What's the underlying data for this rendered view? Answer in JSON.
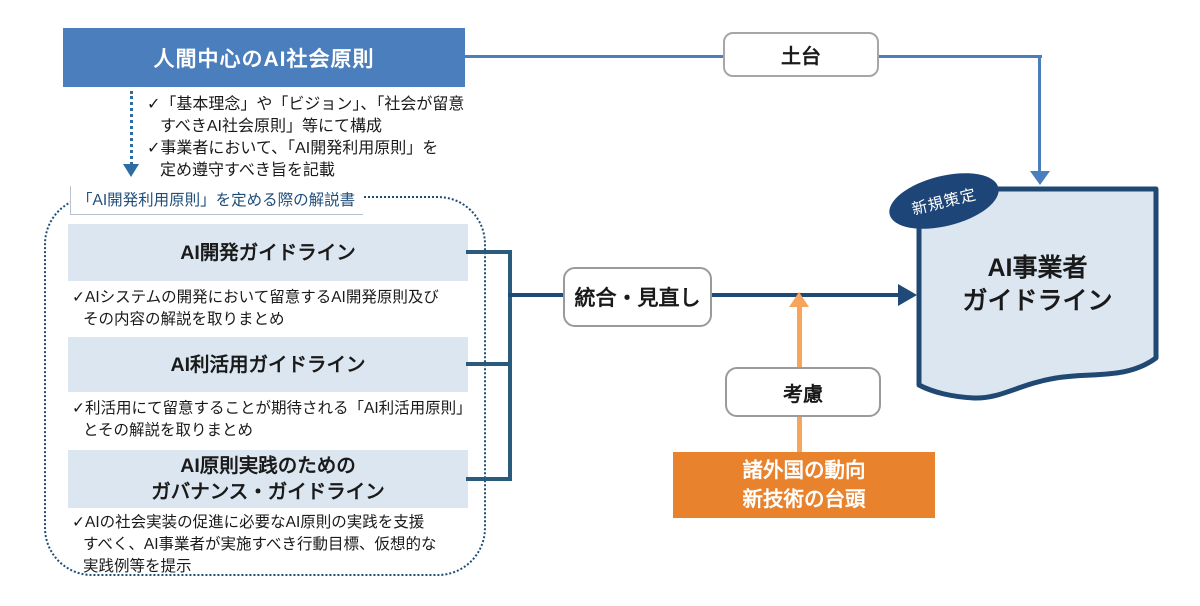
{
  "header": {
    "title": "人間中心のAI社会原則"
  },
  "foundation": {
    "label": "土台"
  },
  "header_notes": {
    "l1": "✓「基本理念」や「ビジョン」、「社会が留意",
    "l2": "すべきAI社会原則」等にて構成",
    "l3": "✓事業者において、「AI開発利用原則」を",
    "l4": "定め遵守すべき旨を記載"
  },
  "manual_label": "「AI開発利用原則」を定める際の解説書",
  "guidelines": [
    {
      "title": "AI開発ガイドライン",
      "note_l1": "✓AIシステムの開発において留意するAI開発原則及び",
      "note_l2": "その内容の解説を取りまとめ"
    },
    {
      "title": "AI利活用ガイドライン",
      "note_l1": "✓利活用にて留意することが期待される「AI利活用原則」",
      "note_l2": "とその解説を取りまとめ"
    },
    {
      "title_l1": "AI原則実践のための",
      "title_l2": "ガバナンス・ガイドライン",
      "note_l1": "✓AIの社会実装の促進に必要なAI原則の実践を支援",
      "note_l2": "すべく、AI事業者が実施すべき行動目標、仮想的な",
      "note_l3": "実践例等を提示"
    }
  ],
  "integration": {
    "label": "統合・見直し"
  },
  "consideration": {
    "label": "考慮"
  },
  "drivers": {
    "line1": "諸外国の動向",
    "line2": "新技術の台頭"
  },
  "output_doc": {
    "badge": "新規策定",
    "title_l1": "AI事業者",
    "title_l2": "ガイドライン"
  },
  "colors": {
    "header_blue": "#4a7ebc",
    "light_blue_fill": "#dce6f1",
    "navy_line": "#1f4a78",
    "bracket_line": "#2a5a7c",
    "top_line_blue": "#4a7ebc",
    "dotted_border_navy": "#1f4e79",
    "doc_border": "#1f4873",
    "badge_navy": "#1e4577",
    "orange_box": "#e8822d",
    "orange_arrow": "#f6a55a",
    "gray_border": "#a6a6a6",
    "label_navy": "#1f4e79"
  }
}
